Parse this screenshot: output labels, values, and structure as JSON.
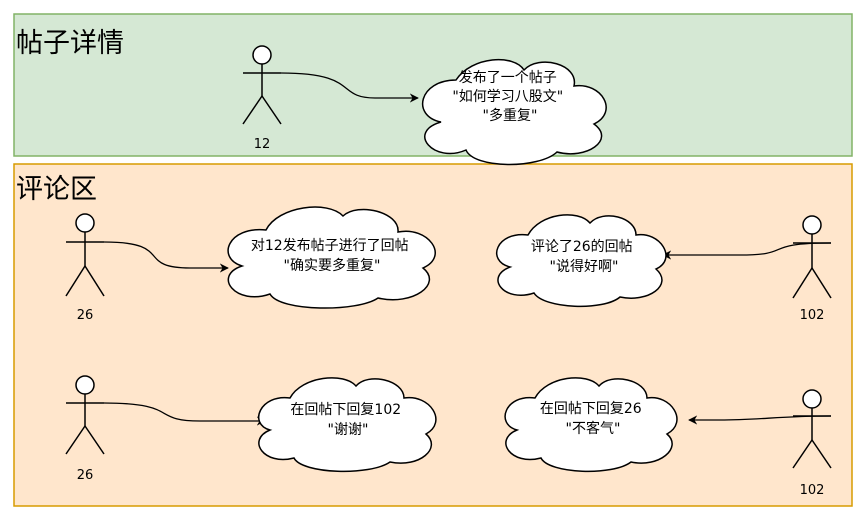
{
  "colors": {
    "post_section_fill": "#d5e8d4",
    "post_section_stroke": "#82b366",
    "comment_section_fill": "#ffe6cc",
    "comment_section_stroke": "#d79b00"
  },
  "sections": {
    "post": {
      "title": "帖子详情"
    },
    "comments": {
      "title": "评论区"
    }
  },
  "actors": [
    {
      "label": "12",
      "icon": "stick-figure-icon"
    },
    {
      "label": "26",
      "icon": "stick-figure-icon"
    },
    {
      "label": "102",
      "icon": "stick-figure-icon"
    },
    {
      "label": "26",
      "icon": "stick-figure-icon"
    },
    {
      "label": "102",
      "icon": "stick-figure-icon"
    }
  ],
  "clouds": [
    {
      "lines": [
        "发布了一个帖子",
        "\"如何学习八股文\"",
        "\"多重复\""
      ]
    },
    {
      "lines": [
        "对12发布帖子进行了回帖",
        "\"确实要多重复\""
      ]
    },
    {
      "lines": [
        "评论了26的回帖",
        "\"说得好啊\""
      ]
    },
    {
      "lines": [
        "在回帖下回复102",
        "\"谢谢\""
      ]
    },
    {
      "lines": [
        "在回帖下回复26",
        "\"不客气\""
      ]
    }
  ]
}
